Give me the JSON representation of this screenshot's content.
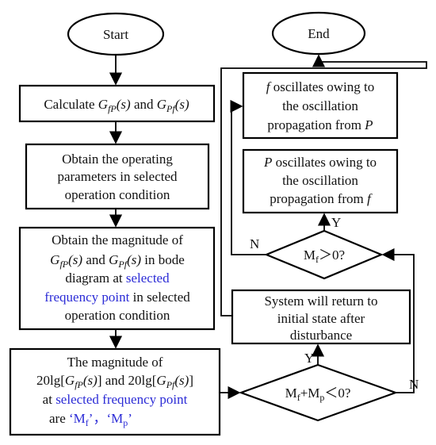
{
  "colors": {
    "black": "#111111",
    "blue": "#2b2bd6",
    "green": "#2fd02f",
    "red": "#e05a5a",
    "dark_red": "#b01818"
  },
  "nodes": {
    "start": {
      "label": "Start"
    },
    "end": {
      "label": "End"
    },
    "calc": {
      "pre": "Calculate ",
      "g1": "G",
      "g1_sub": "fP",
      "g1_arg": "(s)",
      "mid": " and ",
      "g2": "G",
      "g2_sub": "Pf",
      "g2_arg": "(s)"
    },
    "obtain_params": {
      "line1": "Obtain the operating",
      "line2": "parameters in selected",
      "line3": "operation condition"
    },
    "obtain_mag": {
      "line1": "Obtain the magnitude of",
      "g1": "G",
      "g1_sub": "fP",
      "g1_arg": "(s)",
      "mid": " and ",
      "g2": "G",
      "g2_sub": "Pf",
      "g2_arg": "(s)",
      "post": " in bode",
      "line3_pre": "diagram at ",
      "line3_blue": "selected",
      "line4_blue": "frequency point",
      "line4_post": " in selected",
      "line5": "operation condition"
    },
    "magnitude": {
      "line1": "The magnitude of",
      "l2a": "20lg[",
      "g1": "G",
      "g1_sub": "fP",
      "g1_arg": "(s)",
      "l2b": "] and 20lg[",
      "g2": "G",
      "g2_sub": "Pf",
      "g2_arg": "(s)",
      "l2c": "]",
      "line3_pre": "at ",
      "line3_blue": "selected frequency point",
      "line4_pre": "are ",
      "mf": "‘M",
      "mf_sub": "f",
      "mf_end": "’",
      "comma": "，",
      "mp": "‘M",
      "mp_sub": "p",
      "mp_end": "’"
    },
    "cond1": {
      "m1": "M",
      "m1_sub": "f",
      "plus": "+M",
      "m2_sub": "p",
      "rel": "＜0?"
    },
    "return": {
      "line1": "System will return to",
      "line2": "initial state after",
      "line3": "disturbance"
    },
    "cond2": {
      "m": "M",
      "m_sub": "f",
      "rel": "＞0?"
    },
    "p_osc": {
      "l1a": "P",
      "l1b": " oscillates owing to",
      "line2": "the oscillation",
      "l3a": "propagation from ",
      "l3b": "f"
    },
    "f_osc": {
      "l1a": "f",
      "l1b": " oscillates owing to",
      "line2": "the oscillation",
      "l3a": "propagation from ",
      "l3b": "P"
    }
  },
  "labels": {
    "yes": "Y",
    "no": "N"
  }
}
